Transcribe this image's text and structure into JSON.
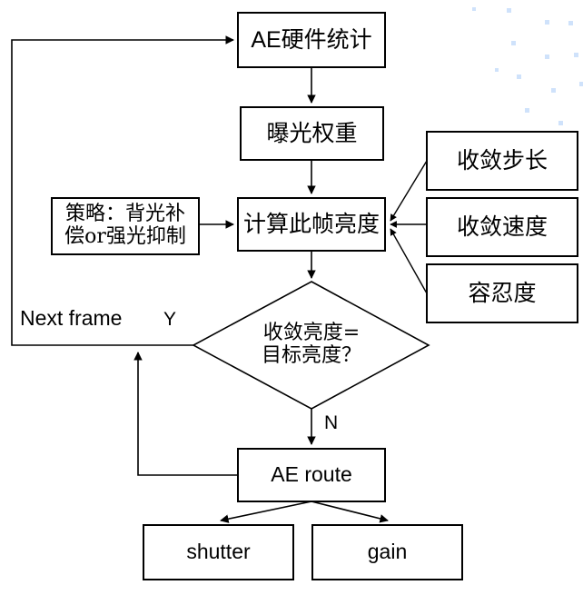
{
  "diagram": {
    "title": "AE (Auto Exposure) control flowchart",
    "background_color": "#ffffff",
    "line_color": "#000000",
    "watermark_dot_color": "#cfe2fb"
  },
  "nodes": {
    "ae_hw_stats": {
      "label": "AE硬件统计",
      "shape": "rect"
    },
    "exposure_weight": {
      "label": "曝光权重",
      "shape": "rect"
    },
    "calc_frame_luma": {
      "label": "计算此帧亮度",
      "shape": "rect"
    },
    "strategy": {
      "label_line1": "策略：背光补",
      "label_line2": "偿or强光抑制",
      "shape": "rect"
    },
    "converge_step": {
      "label": "收敛步长",
      "shape": "rect"
    },
    "converge_speed": {
      "label": "收敛速度",
      "shape": "rect"
    },
    "tolerance": {
      "label": "容忍度",
      "shape": "rect"
    },
    "decision": {
      "label_line1": "收敛亮度=",
      "label_line2": "目标亮度？",
      "shape": "diamond"
    },
    "ae_route": {
      "label": "AE route",
      "shape": "rect"
    },
    "shutter": {
      "label": "shutter",
      "shape": "rect"
    },
    "gain": {
      "label": "gain",
      "shape": "rect"
    }
  },
  "edge_labels": {
    "next_frame": "Next frame",
    "yes": "Y",
    "no": "N"
  }
}
